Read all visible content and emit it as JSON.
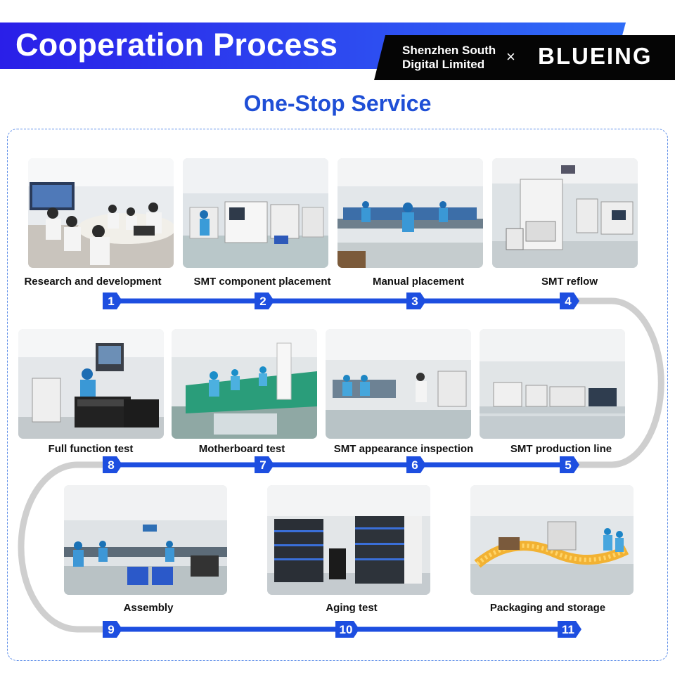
{
  "header": {
    "title": "Cooperation Process",
    "company_line1": "Shenzhen South",
    "company_line2": "Digital Limited",
    "times": "×",
    "brand": "BLUEING"
  },
  "subtitle": "One-Stop Service",
  "colors": {
    "title_gradient_start": "#2a1fe8",
    "title_gradient_end": "#2f6df7",
    "accent_blue": "#1f4fd6",
    "line_blue": "#1d4ee0",
    "connector_gray": "#cfcfcf",
    "black_panel": "#050505"
  },
  "steps": [
    {
      "number": "1",
      "label": "Research and development",
      "icon": "office-meeting-photo"
    },
    {
      "number": "2",
      "label": "SMT component placement",
      "icon": "smt-machine-photo"
    },
    {
      "number": "3",
      "label": "Manual placement",
      "icon": "workbench-photo"
    },
    {
      "number": "4",
      "label": "SMT reflow",
      "icon": "reflow-oven-photo"
    },
    {
      "number": "5",
      "label": "SMT production line",
      "icon": "production-line-photo"
    },
    {
      "number": "6",
      "label": "SMT appearance inspection",
      "icon": "inspection-photo"
    },
    {
      "number": "7",
      "label": "Motherboard test",
      "icon": "motherboard-test-photo"
    },
    {
      "number": "8",
      "label": "Full function test",
      "icon": "function-test-photo"
    },
    {
      "number": "9",
      "label": "Assembly",
      "icon": "assembly-photo"
    },
    {
      "number": "10",
      "label": "Aging test",
      "icon": "aging-rack-photo"
    },
    {
      "number": "11",
      "label": "Packaging and storage",
      "icon": "conveyor-photo"
    }
  ]
}
